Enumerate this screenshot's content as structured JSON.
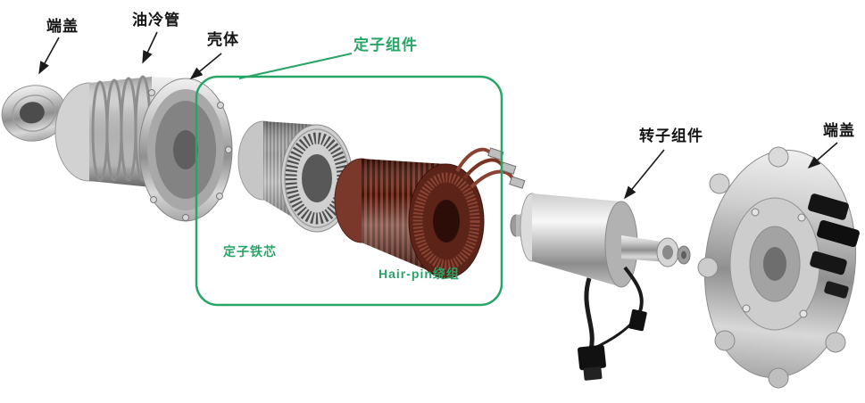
{
  "figure": {
    "type": "exploded-view-motor-diagram",
    "background": "#ffffff",
    "labels": [
      {
        "id": "end-cover-left",
        "text": "端盖",
        "color": "#141414"
      },
      {
        "id": "oil-cooling-tube",
        "text": "油冷管",
        "color": "#141414"
      },
      {
        "id": "housing",
        "text": "壳体",
        "color": "#141414"
      },
      {
        "id": "stator-assembly",
        "text": "定子组件",
        "color": "#27a567"
      },
      {
        "id": "stator-core",
        "text": "定子铁芯",
        "color": "#27a567"
      },
      {
        "id": "hairpin-winding",
        "text": "Hair-pin绕组",
        "color": "#27a567"
      },
      {
        "id": "rotor-assembly",
        "text": "转子组件",
        "color": "#141414"
      },
      {
        "id": "end-cover-right",
        "text": "端盖",
        "color": "#141414"
      }
    ],
    "colors": {
      "highlight_green": "#27a567",
      "copper_winding": "#5c2418",
      "metal_light": "#d8d8d8",
      "metal_dark": "#8a8a8a",
      "cable_black": "#141414",
      "leader_line": "#1a1a1a"
    }
  }
}
